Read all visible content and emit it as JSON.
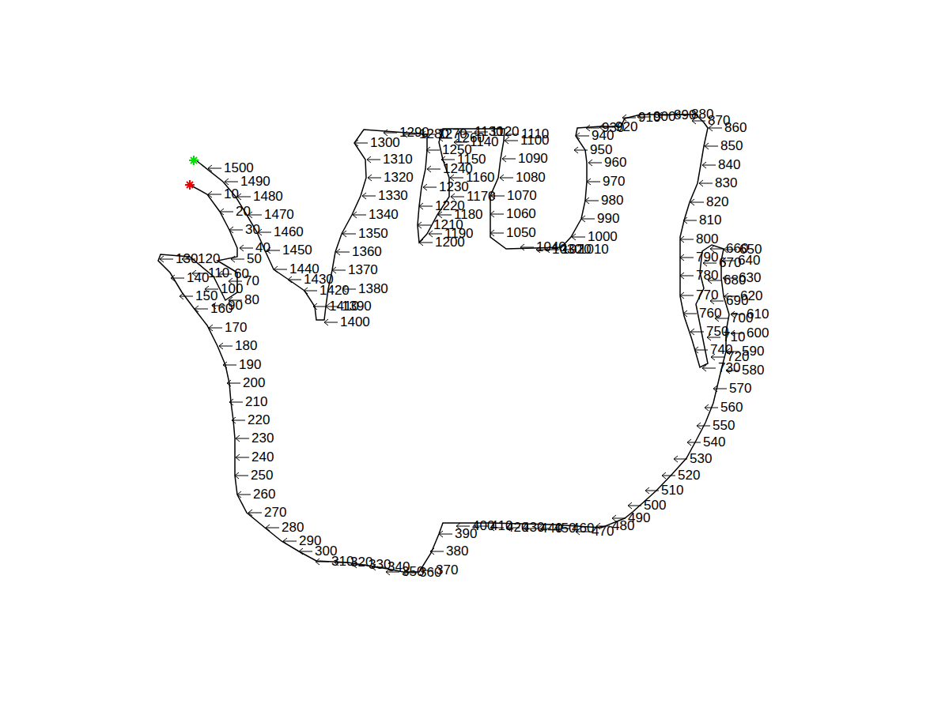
{
  "diagram": {
    "labels": [
      "10",
      "20",
      "30",
      "40",
      "50",
      "60",
      "70",
      "80",
      "90",
      "100",
      "110",
      "120",
      "130",
      "140",
      "150",
      "160",
      "170",
      "180",
      "190",
      "200",
      "210",
      "220",
      "230",
      "240",
      "250",
      "260",
      "270",
      "280",
      "290",
      "300",
      "310",
      "320",
      "330",
      "340",
      "350",
      "360",
      "370",
      "380",
      "390",
      "400",
      "410",
      "420",
      "430",
      "440",
      "450",
      "460",
      "470",
      "480",
      "490",
      "500",
      "510",
      "520",
      "530",
      "540",
      "550",
      "560",
      "570",
      "580",
      "590",
      "600",
      "610",
      "620",
      "630",
      "640",
      "650",
      "660",
      "670",
      "680",
      "690",
      "700",
      "710",
      "720",
      "730",
      "740",
      "750",
      "760",
      "770",
      "780",
      "790",
      "800",
      "810",
      "820",
      "830",
      "840",
      "850",
      "860",
      "870",
      "880",
      "890",
      "900",
      "910",
      "920",
      "930",
      "940",
      "950",
      "960",
      "970",
      "980",
      "990",
      "1000",
      "1010",
      "1020",
      "1030",
      "1040",
      "1050",
      "1060",
      "1070",
      "1080",
      "1090",
      "1100",
      "1110",
      "1120",
      "1130",
      "1140",
      "1150",
      "1160",
      "1170",
      "1180",
      "1190",
      "1200",
      "1210",
      "1220",
      "1230",
      "1240",
      "1250",
      "1260",
      "1270",
      "1280",
      "1290",
      "1300",
      "1310",
      "1320",
      "1330",
      "1340",
      "1350",
      "1360",
      "1370",
      "1380",
      "1390",
      "1400",
      "1410",
      "1420",
      "1430",
      "1440",
      "1450",
      "1460",
      "1470",
      "1480",
      "1490",
      "1500"
    ]
  }
}
